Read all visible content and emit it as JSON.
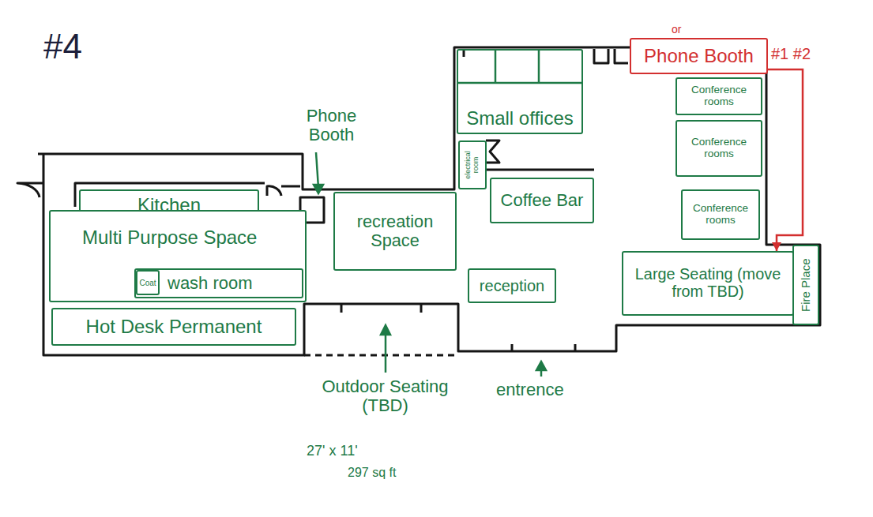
{
  "diagram": {
    "title": "#4",
    "nodes": [
      {
        "text": [
          "Kitchen"
        ]
      },
      {
        "text": [
          "Multi Purpose Space"
        ]
      },
      {
        "text": [
          "wash room"
        ],
        "in": 1
      },
      {
        "text": [
          "Coat"
        ],
        "in": 2
      },
      {
        "text": [
          "Hot Desk Permanent"
        ]
      },
      {
        "text": [
          "recreation Space"
        ]
      },
      {
        "text": [
          "Small offices"
        ]
      },
      {
        "text": [
          "electrical room"
        ]
      },
      {
        "text": [
          "Coffee Bar"
        ]
      },
      {
        "text": [
          "reception"
        ]
      },
      {
        "text": [
          "Phone Booth"
        ]
      },
      {
        "text": [
          "Conference rooms"
        ]
      },
      {
        "text": [
          "Conference rooms"
        ]
      },
      {
        "text": [
          "Conference rooms"
        ]
      },
      {
        "text": [
          "Large Seating (move from TBD)"
        ]
      },
      {
        "text": [
          "Fire Place"
        ]
      }
    ],
    "edges": [
      {
        "from": 10,
        "to": 14,
        "arrow": "to"
      }
    ],
    "labels": [
      "Phone Booth",
      "Outdoor Seating (TBD)",
      "entrence",
      "27' x 11'",
      "297 sq ft",
      "or",
      "#1 #2"
    ]
  }
}
